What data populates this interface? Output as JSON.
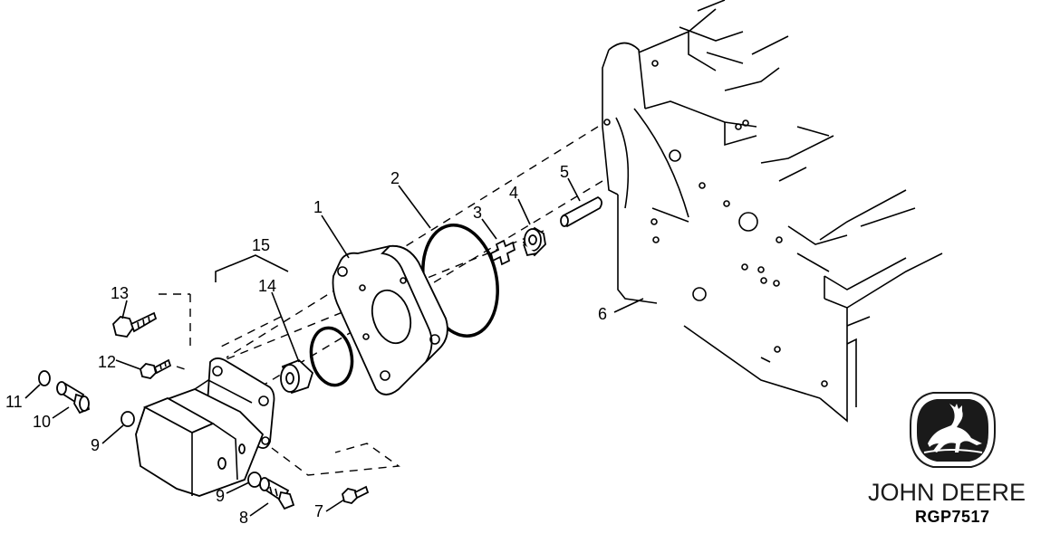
{
  "callouts": {
    "c1": "1",
    "c2": "2",
    "c3": "3",
    "c4": "4",
    "c5": "5",
    "c6": "6",
    "c7": "7",
    "c8": "8",
    "c9a": "9",
    "c9b": "9",
    "c10": "10",
    "c11": "11",
    "c12": "12",
    "c13": "13",
    "c14": "14",
    "c15": "15"
  },
  "brand": {
    "name": "JOHN DEERE",
    "logo": "leaping-deer-logo"
  },
  "reference": "RGP7517",
  "colors": {
    "line": "#000000",
    "background": "#ffffff"
  }
}
